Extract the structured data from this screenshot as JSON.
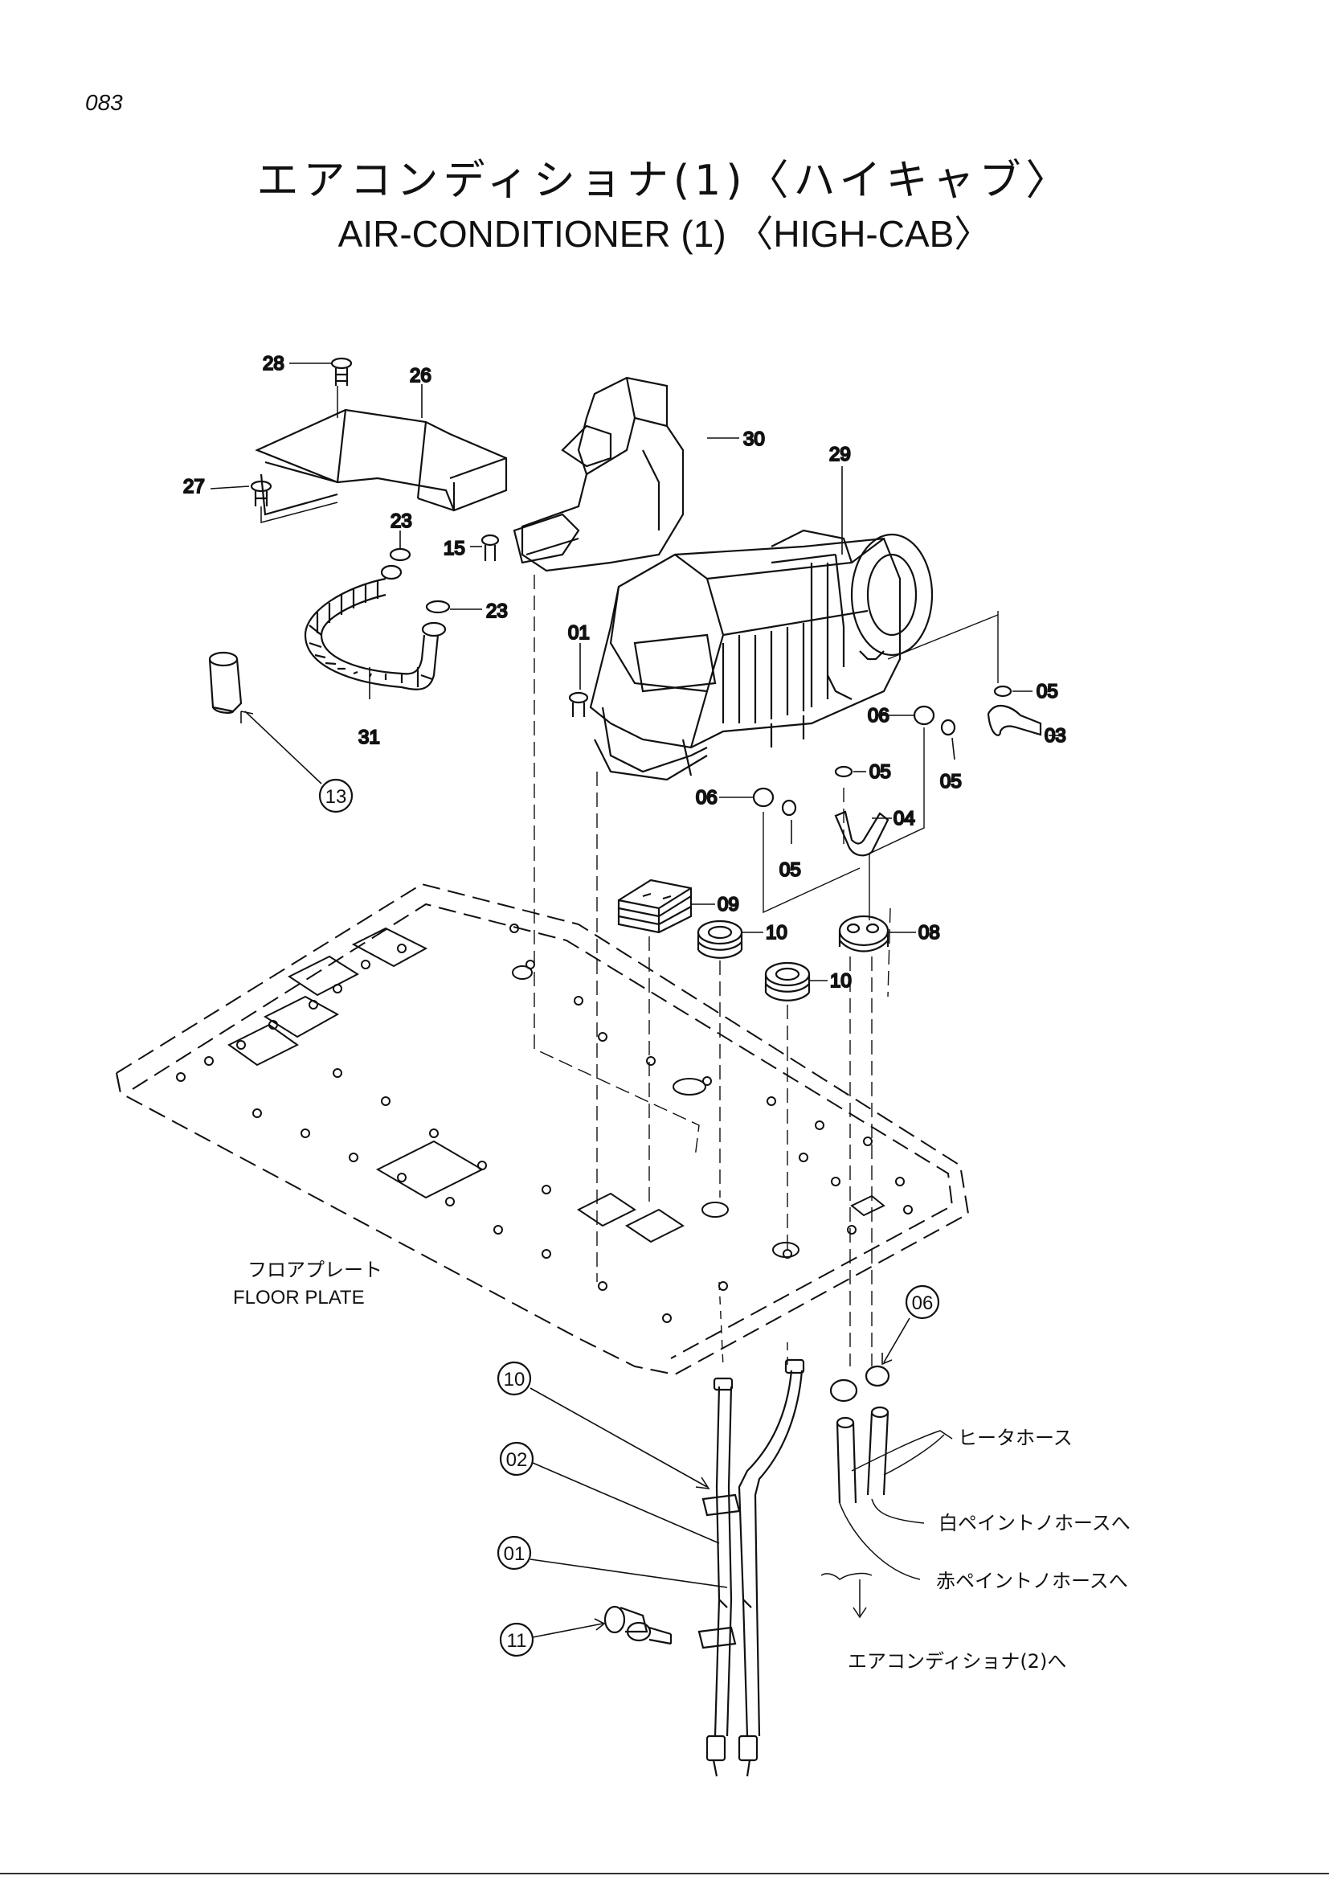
{
  "page": {
    "number": "083"
  },
  "title": {
    "japanese": "エアコンディショナ(1)〈ハイキャブ〉",
    "english": "AIR-CONDITIONER (1) 〈HIGH-CAB〉"
  },
  "part_labels": {
    "p28": "28",
    "p26": "26",
    "p27": "27",
    "p30": "30",
    "p29": "29",
    "p23a": "23",
    "p15": "15",
    "p23b": "23",
    "p31": "31",
    "p01": "01",
    "p05a": "05",
    "p06a": "06",
    "p03": "03",
    "p05b": "05",
    "p05c": "05",
    "p06b": "06",
    "p04": "04",
    "p05d": "05",
    "p09": "09",
    "p10a": "10",
    "p08": "08",
    "p10b": "10"
  },
  "callouts": {
    "c13": "13",
    "c06": "06",
    "c10": "10",
    "c02": "02",
    "c01": "01",
    "c11": "11"
  },
  "annotations": {
    "floor_plate_jp": "フロアプレート",
    "floor_plate_en": "FLOOR PLATE",
    "heater_hose": "ヒータホース",
    "to_white_paint_hose": "白ペイントノホースへ",
    "to_red_paint_hose": "赤ペイントノホースへ",
    "to_air_conditioner_2": "エアコンディショナ(2)へ"
  }
}
